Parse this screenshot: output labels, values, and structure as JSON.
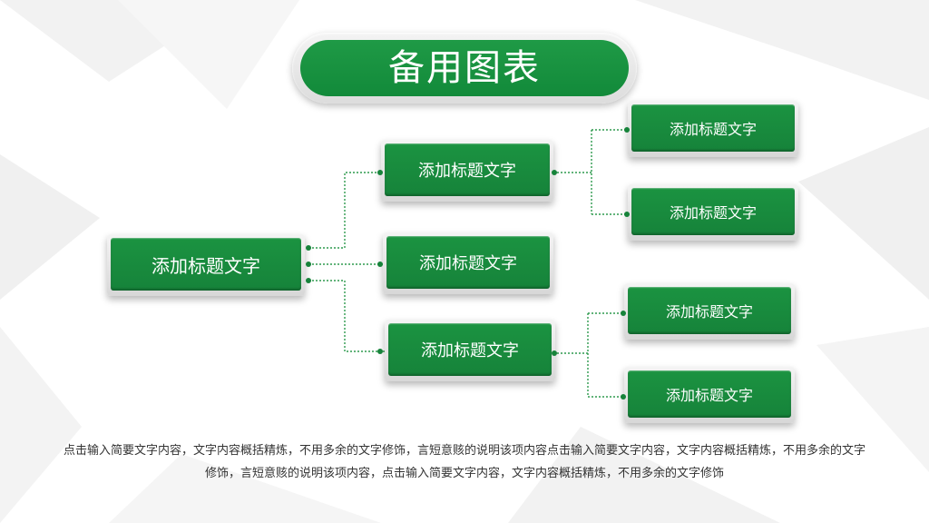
{
  "title": "备用图表",
  "nodes": {
    "root": "添加标题文字",
    "mid_top": "添加标题文字",
    "mid_center": "添加标题文字",
    "mid_bottom": "添加标题文字",
    "leaf_1": "添加标题文字",
    "leaf_2": "添加标题文字",
    "leaf_3": "添加标题文字",
    "leaf_4": "添加标题文字"
  },
  "description": "点击输入简要文字内容，文字内容概括精炼，不用多余的文字修饰，言短意赅的说明该项内容点击输入简要文字内容，文字内容概括精炼，不用多余的文字修饰，言短意赅的说明该项内容，点击输入简要文字内容，文字内容概括精炼，不用多余的文字修饰",
  "colors": {
    "accent": "#16833a",
    "connector": "#2e9a4e",
    "background_shapes": "#f0f0f0"
  }
}
